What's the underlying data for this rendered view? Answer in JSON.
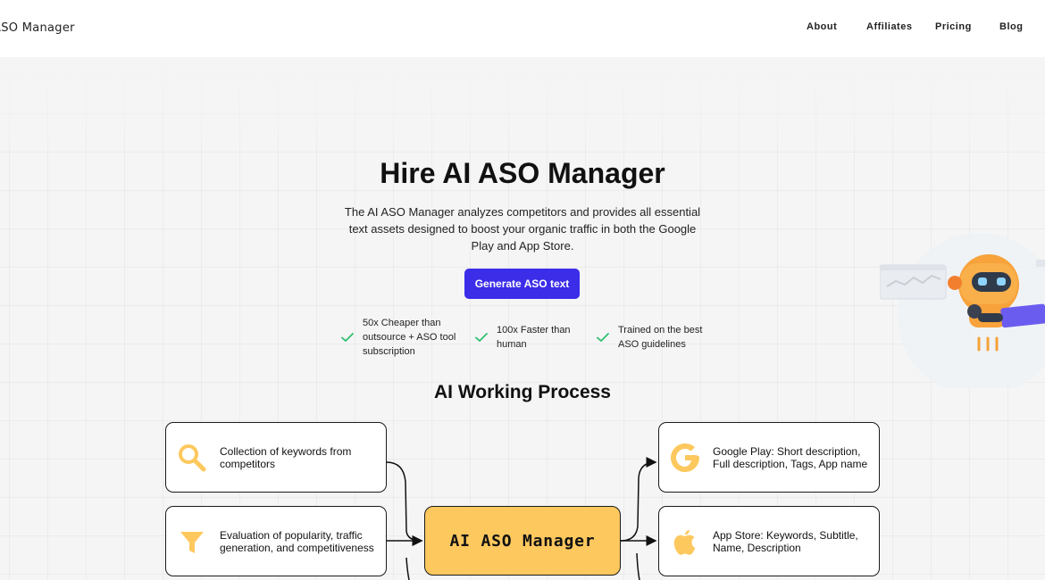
{
  "header": {
    "logo": "ASO Manager",
    "nav": [
      "About",
      "Affiliates",
      "Pricing",
      "Blog"
    ]
  },
  "hero": {
    "title": "Hire AI ASO Manager",
    "subtitle": "The AI ASO Manager analyzes competitors and provides all essential text assets designed to boost your organic traffic in both the Google Play and App Store.",
    "cta_label": "Generate ASO text",
    "features": [
      "50x Cheaper than outsource + ASO tool subscription",
      "100x Faster than human",
      "Trained on the best ASO guidelines"
    ]
  },
  "process": {
    "title": "AI Working Process",
    "inputs": [
      {
        "label": "Collection of keywords from competitors",
        "icon": "search-icon"
      },
      {
        "label": "Evaluation of popularity, traffic generation, and competitiveness",
        "icon": "filter-icon"
      }
    ],
    "center_label": "AI ASO Manager",
    "outputs": [
      {
        "label": "Google Play: Short description, Full description, Tags, App name",
        "icon": "google-icon"
      },
      {
        "label": "App Store: Keywords, Subtitle, Name, Description",
        "icon": "apple-icon"
      }
    ]
  },
  "colors": {
    "accent": "#3b2de8",
    "center_box": "#fdc85e",
    "icon_yellow": "#fdc85e",
    "check_green": "#2fbf71"
  }
}
